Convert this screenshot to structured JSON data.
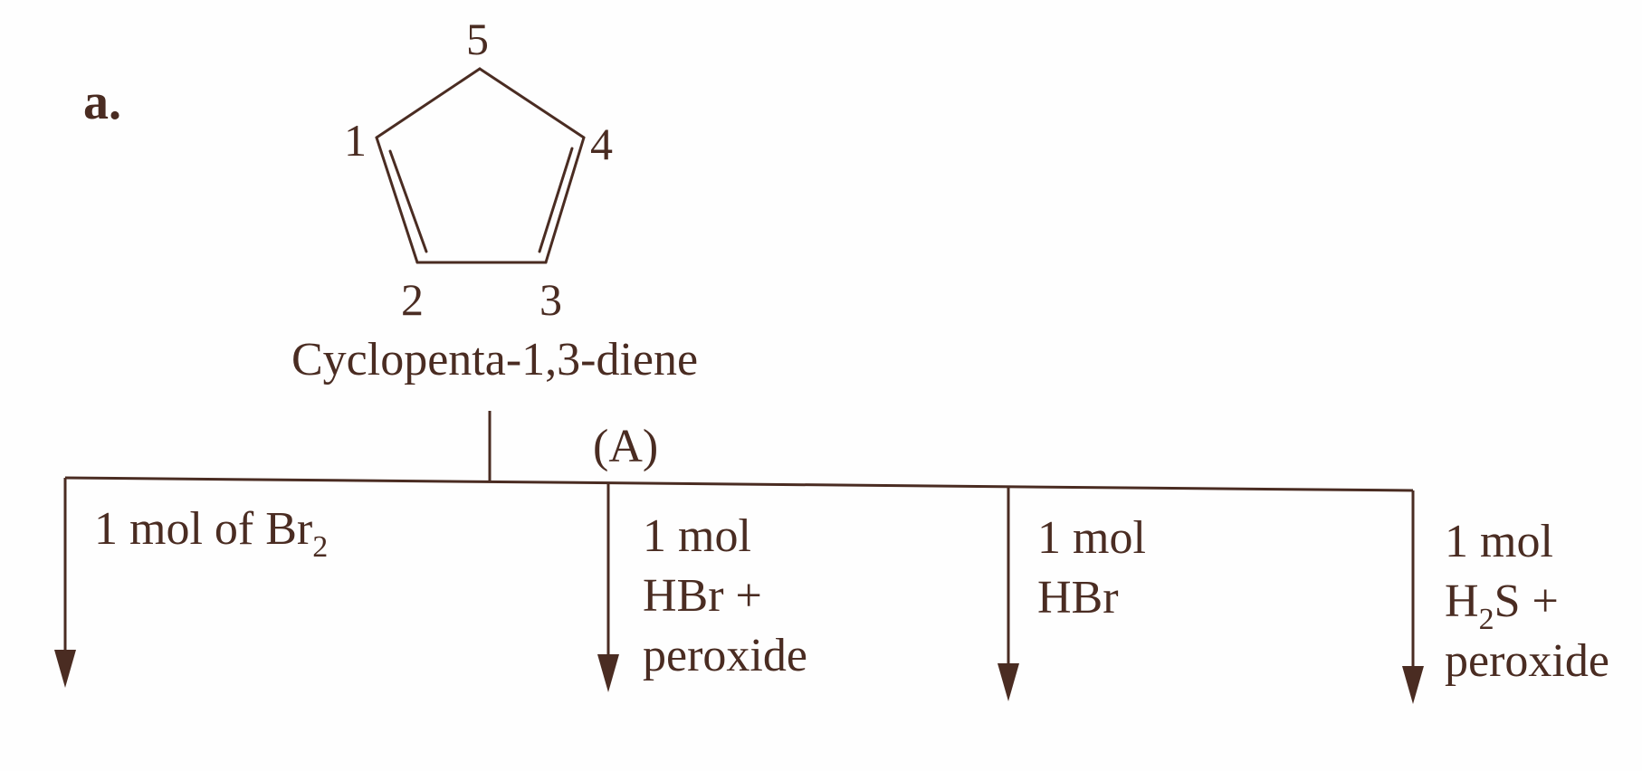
{
  "part_label": "a.",
  "molecule": {
    "atom_labels": {
      "c1": "1",
      "c2": "2",
      "c3": "3",
      "c4": "4",
      "c5": "5"
    },
    "name": "Cyclopenta-1,3-diene",
    "tag": "(A)"
  },
  "branches": [
    {
      "line1_pre": "1 mol of Br",
      "line1_sub": "2"
    },
    {
      "line1": "1 mol",
      "line2": "HBr +",
      "line3": "peroxide"
    },
    {
      "line1": "1 mol",
      "line2": "HBr"
    },
    {
      "line1": "1 mol",
      "line2_pre": "H",
      "line2_sub": "2",
      "line2_post": "S +",
      "line3": "peroxide"
    }
  ],
  "colors": {
    "ink": "#4a2c22",
    "background": "#fefefe"
  }
}
